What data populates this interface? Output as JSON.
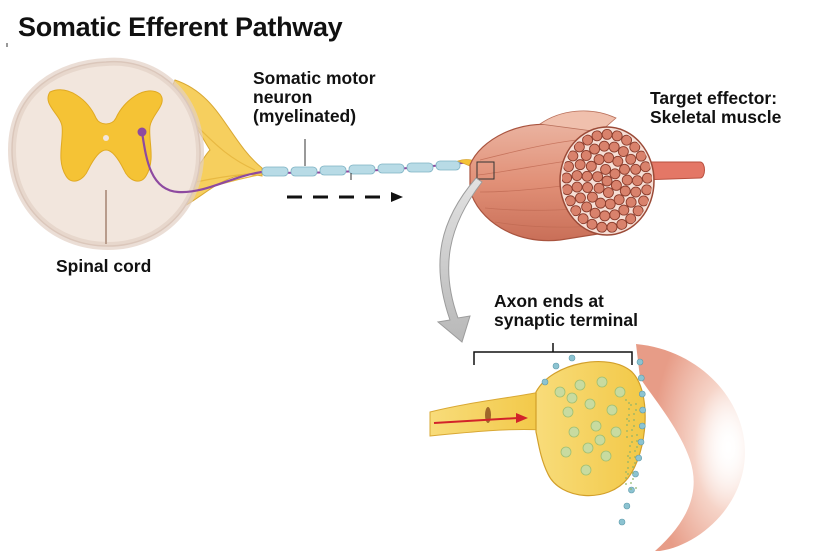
{
  "diagram": {
    "title": "Somatic Efferent Pathway",
    "neuron_label": [
      "Somatic motor",
      "neuron",
      "(myelinated)"
    ],
    "effector_label": [
      "Target effector:",
      "Skeletal muscle"
    ],
    "spinal_label": "Spinal cord",
    "terminal_label": [
      "Axon ends at",
      "synaptic terminal"
    ]
  },
  "colors": {
    "cord_outer": "#f3e7de",
    "gray_matter": "#f5c335",
    "nerve": "#f7d36a",
    "neuron_path": "#8e4aa0",
    "myelin": "#b8dbe6",
    "muscle": "#e39a83",
    "muscle_dark": "#c96f58",
    "fiber": "#d9826c",
    "tendon": "#e47766",
    "terminal": "#f4cf55",
    "vesicle": "#c8dba0",
    "receptor": "#8cc3d1",
    "target_tissue": "#f2b9a8",
    "signal_arrow": "#d2232a",
    "callout_arrow": "#c9c9c9"
  }
}
